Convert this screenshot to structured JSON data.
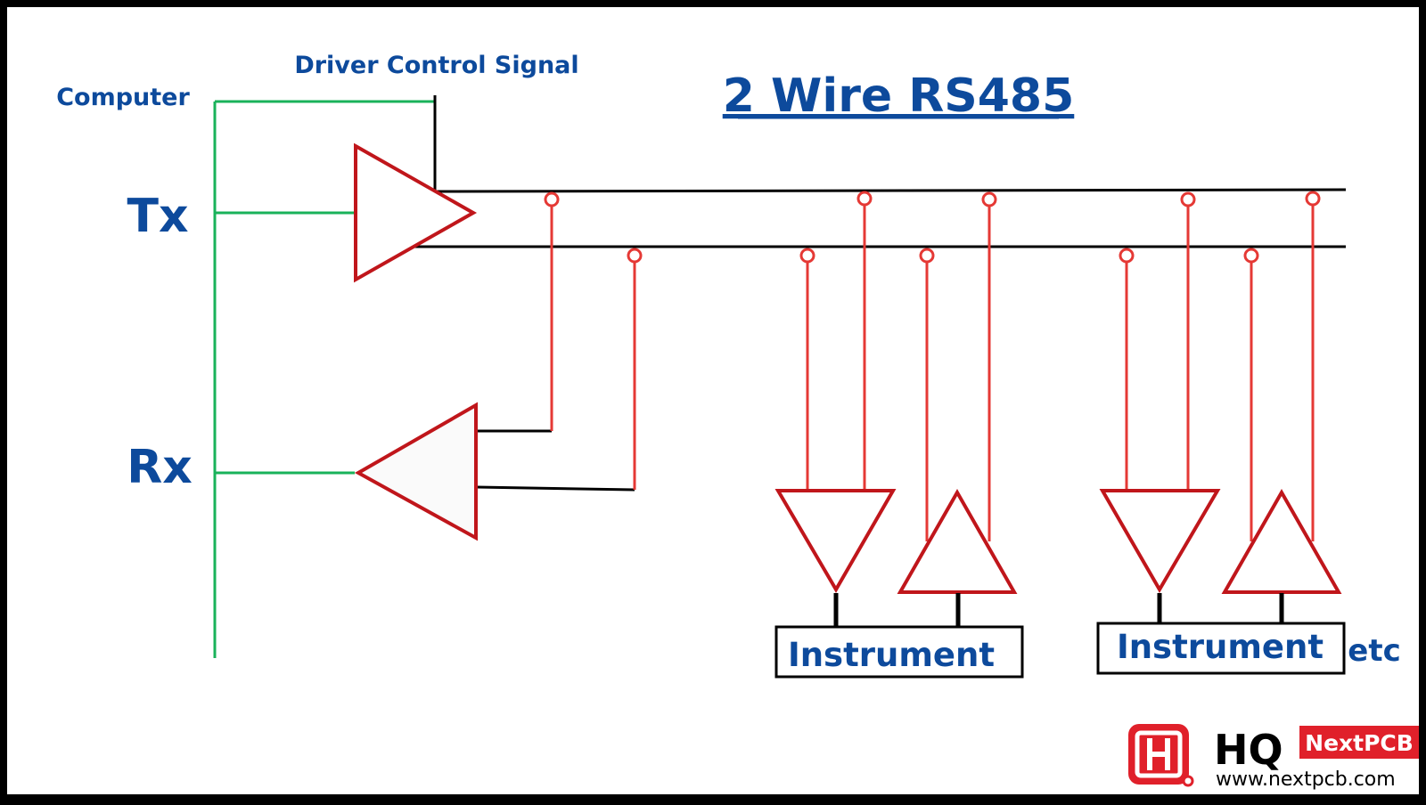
{
  "title": "2 Wire RS485",
  "labels": {
    "computer": "Computer",
    "driver_control": "Driver Control Signal",
    "tx": "Tx",
    "rx": "Rx",
    "etc": "etc"
  },
  "instruments": [
    {
      "label": "Instrument"
    },
    {
      "label": "Instrument"
    }
  ],
  "logo": {
    "mark": "HQ",
    "brand": "NextPCB",
    "url": "www.nextpcb.com"
  },
  "colors": {
    "background": "#ffffff",
    "frame": "#000000",
    "text_blue": "#0d4a9c",
    "computer_bus": "#19b25a",
    "receiver_lines": "#e53935",
    "gates": "#c0161b",
    "wire": "#000000",
    "brand_red": "#e0202a"
  }
}
